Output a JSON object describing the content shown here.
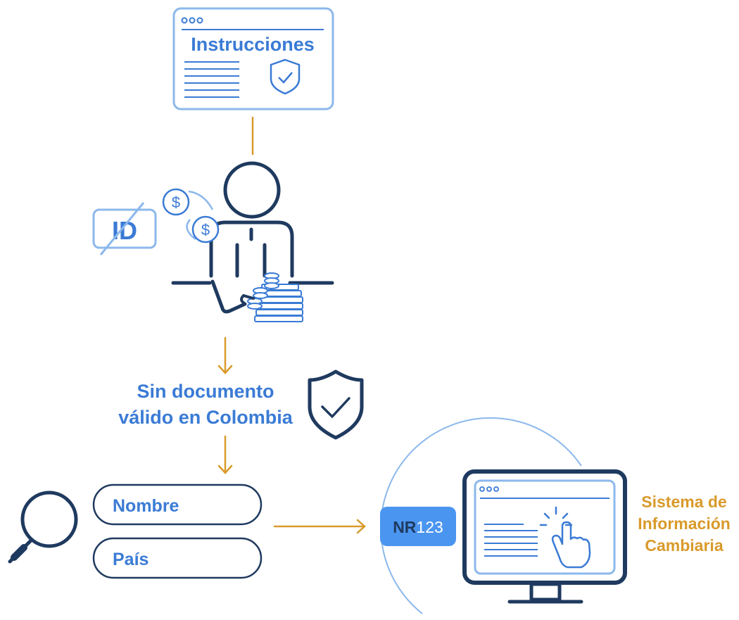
{
  "instructions_card": {
    "title": "Instrucciones"
  },
  "id_card": {
    "label": "ID"
  },
  "condition": {
    "line1": "Sin documento",
    "line2": "válido en Colombia"
  },
  "fields": {
    "name_label": "Nombre",
    "country_label": "País"
  },
  "code_badge": {
    "prefix": "NR",
    "number": "123"
  },
  "system_label": {
    "line1": "Sistema de",
    "line2": "Información",
    "line3": "Cambiaria"
  },
  "colors": {
    "primary_blue": "#3a7bd5",
    "light_blue": "#8cb8ec",
    "dark_navy": "#1f3a5f",
    "accent_orange": "#d99a2b",
    "badge_blue": "#4a95f0"
  }
}
